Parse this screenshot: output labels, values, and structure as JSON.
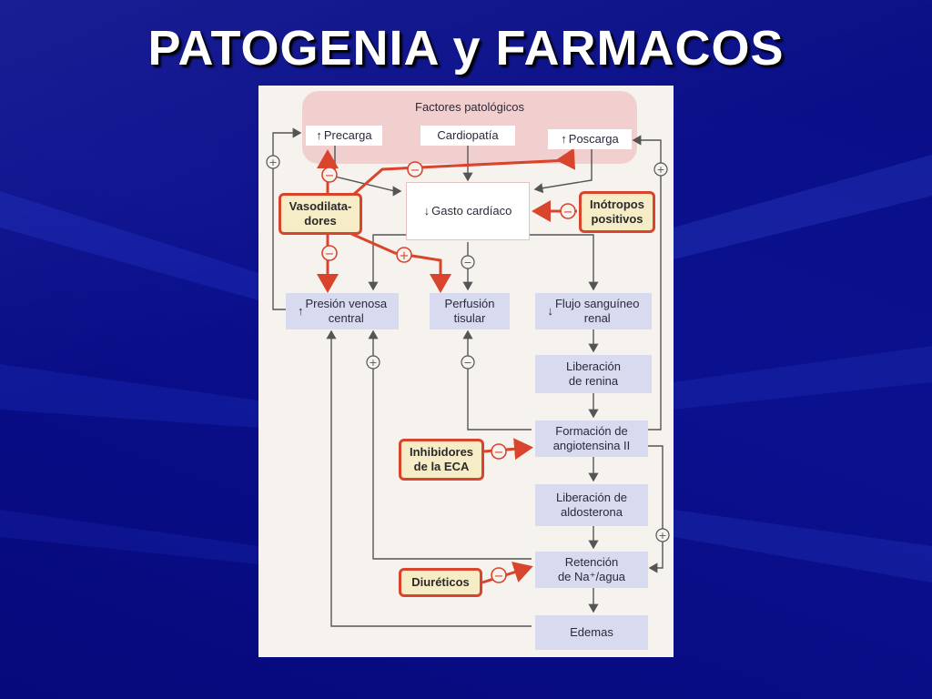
{
  "slide": {
    "title": "PATOGENIA y FARMACOS"
  },
  "diagram": {
    "factors_label": "Factores patológicos",
    "up_arrow": "↑",
    "down_arrow": "↓",
    "precarga": "Precarga",
    "cardiopatia": "Cardiopatía",
    "poscarga": "Poscarga",
    "gasto": "Gasto cardíaco",
    "vasodilatadores_1": "Vasodilata-",
    "vasodilatadores_2": "dores",
    "inotropos_1": "Inótropos",
    "inotropos_2": "positivos",
    "presion_1": "Presión venosa",
    "presion_2": "central",
    "perfusion_1": "Perfusión",
    "perfusion_2": "tisular",
    "flujo_1": "Flujo sanguíneo",
    "flujo_2": "renal",
    "renina_1": "Liberación",
    "renina_2": "de renina",
    "angiotensina_1": "Formación de",
    "angiotensina_2": "angiotensina II",
    "inhibidores_1": "Inhibidores",
    "inhibidores_2": "de la ECA",
    "aldosterona_1": "Liberación de",
    "aldosterona_2": "aldosterona",
    "retencion_1": "Retención",
    "retencion_2": "de Na⁺/agua",
    "diureticos": "Diuréticos",
    "edemas": "Edemas",
    "plus": "+",
    "minus": "−"
  },
  "colors": {
    "background": "#0a0f86",
    "figure_bg": "#f6f3ef",
    "box": "#d8daf0",
    "factors": "#f2cfcf",
    "drug_fill": "#f6edc6",
    "drug_border": "#d9442c",
    "red_arrow": "#d9442c",
    "gray_arrow": "#555555"
  }
}
